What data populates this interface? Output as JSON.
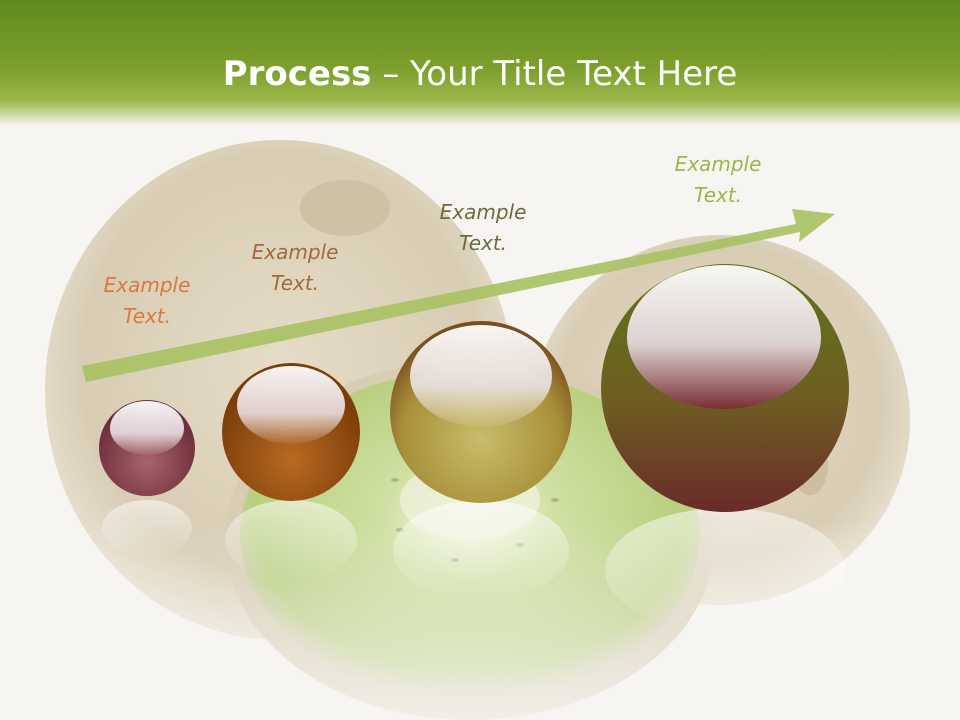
{
  "slide": {
    "title_bold": "Process",
    "title_rest": " – Your Title Text Here"
  },
  "steps": [
    {
      "line1": "Example",
      "line2": "Text.",
      "color": "#d87a3e"
    },
    {
      "line1": "Example",
      "line2": "Text.",
      "color": "#a06a3c"
    },
    {
      "line1": "Example",
      "line2": "Text.",
      "color": "#6e6a3a"
    },
    {
      "line1": "Example",
      "line2": "Text.",
      "color": "#9ab84a"
    }
  ],
  "colors": {
    "header_green": "#7da02d",
    "arrow_green": "#a8c266",
    "ball_1": "#7a3c45",
    "ball_2": "#8a4a12",
    "ball_3": "#9e8a3a",
    "ball_4": "#5c6a1c"
  },
  "icons": [
    "kiwi-background-image",
    "growth-arrow",
    "sphere-1",
    "sphere-2",
    "sphere-3",
    "sphere-4"
  ]
}
